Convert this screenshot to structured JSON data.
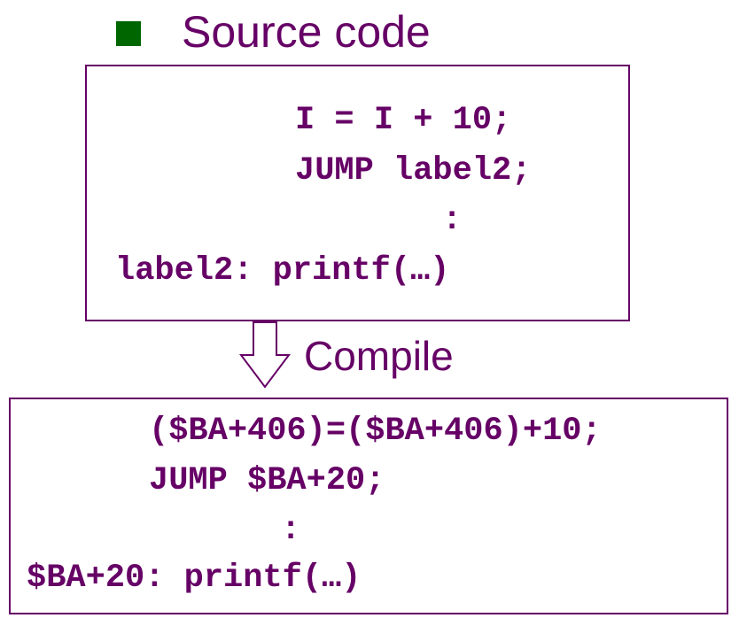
{
  "heading": {
    "text": "Source code",
    "bullet_color": "#006600"
  },
  "source_code": {
    "lines": [
      "I = I + 10;",
      "JUMP label2;",
      ":",
      "label2: printf(…)"
    ]
  },
  "transition": {
    "label": "Compile"
  },
  "compiled_code": {
    "lines": [
      "($BA+406)=($BA+406)+10;",
      "JUMP $BA+20;",
      ":",
      "$BA+20: printf(…)"
    ]
  },
  "colors": {
    "text": "#660066",
    "border": "#660066",
    "bullet": "#006600"
  }
}
